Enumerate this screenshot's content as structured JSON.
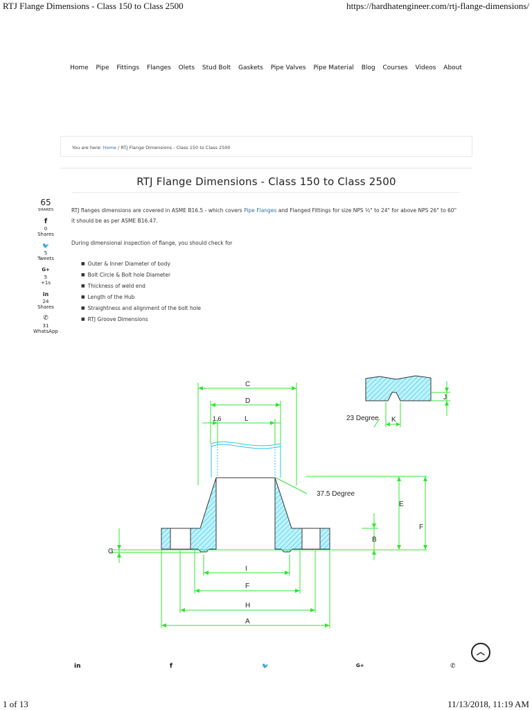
{
  "header": {
    "doc_title": "RTJ Flange Dimensions - Class 150 to Class 2500",
    "url": "https://hardhatengineer.com/rtj-flange-dimensions/"
  },
  "nav": [
    "Home",
    "Pipe",
    "Fittings",
    "Flanges",
    "Olets",
    "Stud Bolt",
    "Gaskets",
    "Pipe Valves",
    "Pipe Material",
    "Blog",
    "Courses",
    "Videos",
    "About"
  ],
  "breadcrumb": {
    "prefix": "You are here:",
    "home": "Home",
    "sep": "/",
    "current": "RTJ Flange Dimensions - Class 150 to Class 2500"
  },
  "article": {
    "title": "RTJ Flange Dimensions - Class 150 to Class 2500",
    "p1_a": "RTJ flanges dimensions are covered in ASME B16.5 - which covers ",
    "p1_link": "Pipe Flanges",
    "p1_b": " and Flanged Fittings for size NPS ½\" to 24\" for above NPS 26\" to 60\" it should be as per ASME B16.47.",
    "p2": "During dimensional inspection of flange, you should check for",
    "bullets": [
      "Outer & Inner Diameter of body",
      "Bolt Circle & Bolt hole Diameter",
      "Thickness of weld end",
      "Length of the Hub",
      "Straightness and alignment of the bolt hole",
      "RTJ Groove Dimensions"
    ]
  },
  "share": {
    "total": "65",
    "total_label": "SHARES",
    "items": [
      {
        "icon": "facebook-icon",
        "glyph": "f",
        "count": "0",
        "label": "Shares"
      },
      {
        "icon": "twitter-icon",
        "glyph": "🐦",
        "count": "5",
        "label": "Tweets"
      },
      {
        "icon": "googleplus-icon",
        "glyph": "G+",
        "count": "5",
        "label": "+1s"
      },
      {
        "icon": "linkedin-icon",
        "glyph": "in",
        "count": "24",
        "label": "Shares"
      },
      {
        "icon": "whatsapp-icon",
        "glyph": "✆",
        "count": "31",
        "label": "WhatsApp"
      }
    ]
  },
  "diagram": {
    "labels": {
      "C": "C",
      "D": "D",
      "L": "L",
      "d16": "1.6",
      "E": "E",
      "F": "F",
      "B": "B",
      "G": "G",
      "I": "I",
      "F2": "F",
      "H": "H",
      "A": "A",
      "J": "J",
      "K": "K",
      "deg23": "23 Degree",
      "deg375": "37.5 Degree"
    }
  },
  "footer_share": [
    {
      "icon": "linkedin-icon",
      "glyph": "in"
    },
    {
      "icon": "facebook-icon",
      "glyph": "f"
    },
    {
      "icon": "twitter-icon",
      "glyph": "🐦"
    },
    {
      "icon": "googleplus-icon",
      "glyph": "G+"
    },
    {
      "icon": "whatsapp-icon",
      "glyph": "✆"
    }
  ],
  "print_footer": {
    "page": "1 of 13",
    "datetime": "11/13/2018, 11:19 AM"
  },
  "colors": {
    "link": "#2f6fa8",
    "drawing_green": "#33e533",
    "drawing_cyan": "#22c8e8",
    "hatch": "#8ee6f5"
  }
}
